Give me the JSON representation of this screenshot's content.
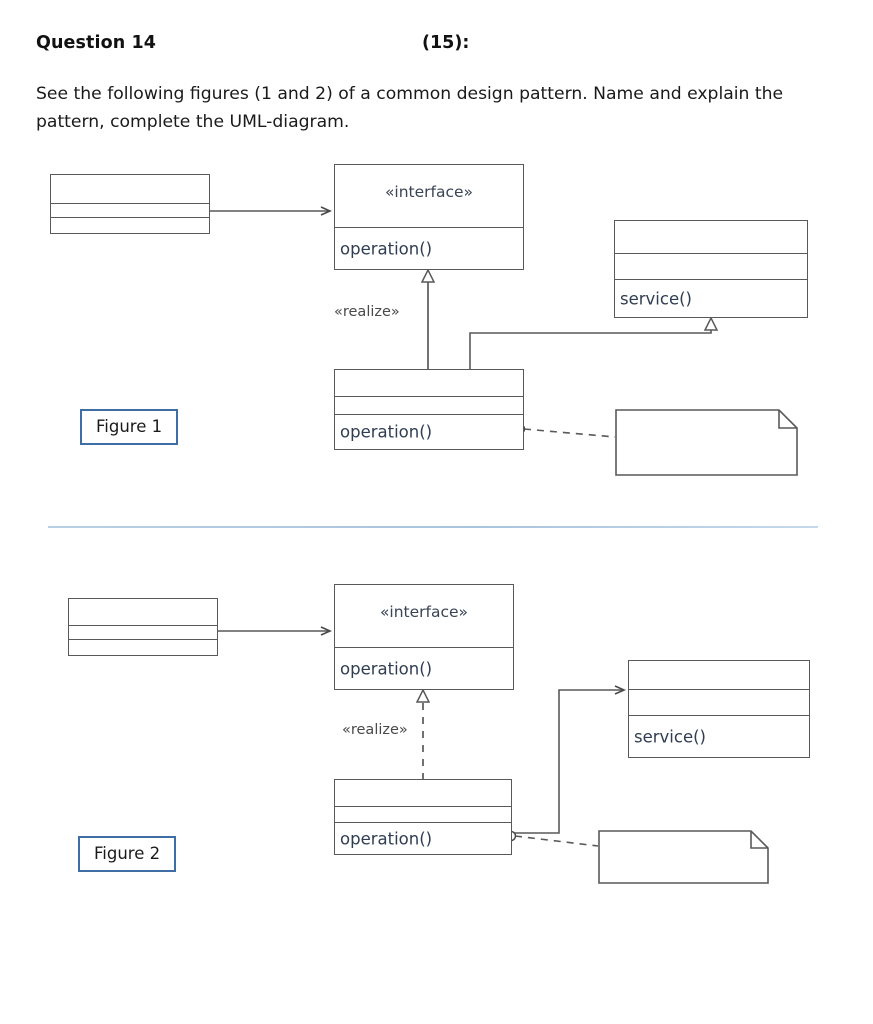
{
  "header": {
    "question_title": "Question 14",
    "marks": "(15):",
    "instruction": "See the following figures (1 and 2) of a common design pattern. Name and explain the pattern, complete the UML-diagram."
  },
  "figures": [
    {
      "id": "figure-1",
      "caption": "Figure 1",
      "client_class": {
        "compartments": [
          "",
          "",
          ""
        ]
      },
      "interface_class": {
        "stereotype": "«interface»",
        "compartments": [
          "",
          "operation()"
        ]
      },
      "service_class": {
        "compartments": [
          "",
          "",
          "service()"
        ]
      },
      "impl_class": {
        "compartments": [
          "",
          "",
          "operation()"
        ]
      },
      "note": {
        "text": ""
      },
      "edges": [
        {
          "name": "client-to-interface",
          "label": "",
          "style": "solid",
          "arrow": "open-arrow"
        },
        {
          "name": "realize",
          "label": "«realize»",
          "style": "solid",
          "arrow": "hollow-triangle"
        },
        {
          "name": "impl-to-service",
          "label": "",
          "style": "solid",
          "arrow": "hollow-triangle"
        },
        {
          "name": "impl-to-note",
          "label": "",
          "style": "dashed",
          "arrow": "none"
        }
      ]
    },
    {
      "id": "figure-2",
      "caption": "Figure 2",
      "client_class": {
        "compartments": [
          "",
          "",
          ""
        ]
      },
      "interface_class": {
        "stereotype": "«interface»",
        "compartments": [
          "",
          "operation()"
        ]
      },
      "service_class": {
        "compartments": [
          "",
          "",
          "service()"
        ]
      },
      "impl_class": {
        "compartments": [
          "",
          "",
          "operation()"
        ]
      },
      "note": {
        "text": ""
      },
      "edges": [
        {
          "name": "client-to-interface",
          "label": "",
          "style": "solid",
          "arrow": "open-arrow"
        },
        {
          "name": "realize",
          "label": "«realize»",
          "style": "dashed",
          "arrow": "hollow-triangle"
        },
        {
          "name": "impl-to-service",
          "label": "",
          "style": "solid",
          "arrow": "open-arrow"
        },
        {
          "name": "impl-to-note",
          "label": "",
          "style": "dashed",
          "arrow": "none"
        }
      ]
    }
  ],
  "colors": {
    "line": "#595959",
    "uml_text": "#2f3d52",
    "figure_tag_border": "#3f6da5",
    "divider": "#a9c4de"
  }
}
